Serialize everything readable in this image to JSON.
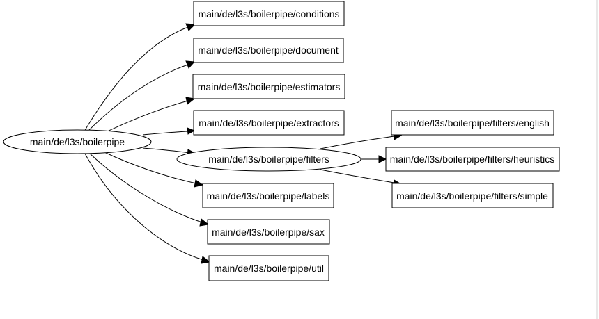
{
  "graph": {
    "nodes": {
      "root": "main/de/l3s/boilerpipe",
      "conditions": "main/de/l3s/boilerpipe/conditions",
      "document": "main/de/l3s/boilerpipe/document",
      "estimators": "main/de/l3s/boilerpipe/estimators",
      "extractors": "main/de/l3s/boilerpipe/extractors",
      "filters": "main/de/l3s/boilerpipe/filters",
      "labels": "main/de/l3s/boilerpipe/labels",
      "sax": "main/de/l3s/boilerpipe/sax",
      "util": "main/de/l3s/boilerpipe/util",
      "filters_english": "main/de/l3s/boilerpipe/filters/english",
      "filters_heuristics": "main/de/l3s/boilerpipe/filters/heuristics",
      "filters_simple": "main/de/l3s/boilerpipe/filters/simple"
    },
    "edges": [
      {
        "from": "main/de/l3s/boilerpipe",
        "to": "main/de/l3s/boilerpipe/conditions"
      },
      {
        "from": "main/de/l3s/boilerpipe",
        "to": "main/de/l3s/boilerpipe/document"
      },
      {
        "from": "main/de/l3s/boilerpipe",
        "to": "main/de/l3s/boilerpipe/estimators"
      },
      {
        "from": "main/de/l3s/boilerpipe",
        "to": "main/de/l3s/boilerpipe/extractors"
      },
      {
        "from": "main/de/l3s/boilerpipe",
        "to": "main/de/l3s/boilerpipe/filters"
      },
      {
        "from": "main/de/l3s/boilerpipe",
        "to": "main/de/l3s/boilerpipe/labels"
      },
      {
        "from": "main/de/l3s/boilerpipe",
        "to": "main/de/l3s/boilerpipe/sax"
      },
      {
        "from": "main/de/l3s/boilerpipe",
        "to": "main/de/l3s/boilerpipe/util"
      },
      {
        "from": "main/de/l3s/boilerpipe/filters",
        "to": "main/de/l3s/boilerpipe/filters/english"
      },
      {
        "from": "main/de/l3s/boilerpipe/filters",
        "to": "main/de/l3s/boilerpipe/filters/heuristics"
      },
      {
        "from": "main/de/l3s/boilerpipe/filters",
        "to": "main/de/l3s/boilerpipe/filters/simple"
      }
    ]
  }
}
